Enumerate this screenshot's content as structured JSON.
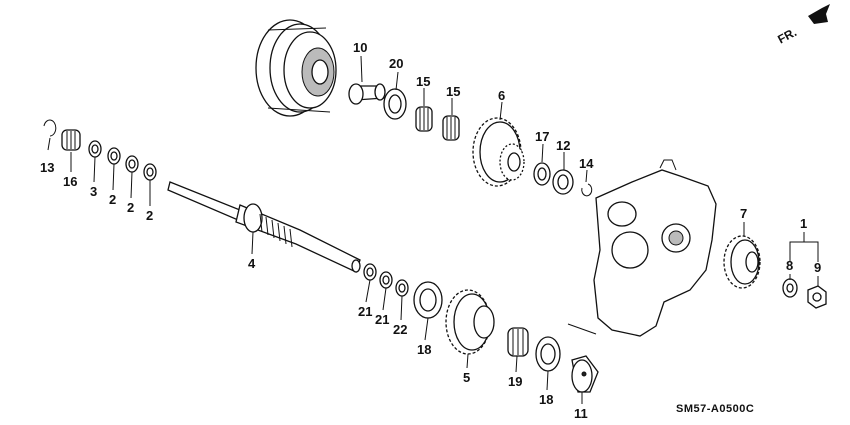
{
  "diagram": {
    "code": "SM57-A0500C",
    "direction_label": "FR.",
    "callouts": [
      {
        "id": "c10",
        "text": "10"
      },
      {
        "id": "c20",
        "text": "20"
      },
      {
        "id": "c15a",
        "text": "15"
      },
      {
        "id": "c15b",
        "text": "15"
      },
      {
        "id": "c6",
        "text": "6"
      },
      {
        "id": "c17",
        "text": "17"
      },
      {
        "id": "c12",
        "text": "12"
      },
      {
        "id": "c14",
        "text": "14"
      },
      {
        "id": "c13",
        "text": "13"
      },
      {
        "id": "c16",
        "text": "16"
      },
      {
        "id": "c3",
        "text": "3"
      },
      {
        "id": "c2a",
        "text": "2"
      },
      {
        "id": "c2b",
        "text": "2"
      },
      {
        "id": "c2c",
        "text": "2"
      },
      {
        "id": "c4",
        "text": "4"
      },
      {
        "id": "c21a",
        "text": "21"
      },
      {
        "id": "c21b",
        "text": "21"
      },
      {
        "id": "c22",
        "text": "22"
      },
      {
        "id": "c18a",
        "text": "18"
      },
      {
        "id": "c5",
        "text": "5"
      },
      {
        "id": "c19",
        "text": "19"
      },
      {
        "id": "c18b",
        "text": "18"
      },
      {
        "id": "c11",
        "text": "11"
      },
      {
        "id": "c7",
        "text": "7"
      },
      {
        "id": "c1",
        "text": "1"
      },
      {
        "id": "c8",
        "text": "8"
      },
      {
        "id": "c9",
        "text": "9"
      }
    ]
  }
}
